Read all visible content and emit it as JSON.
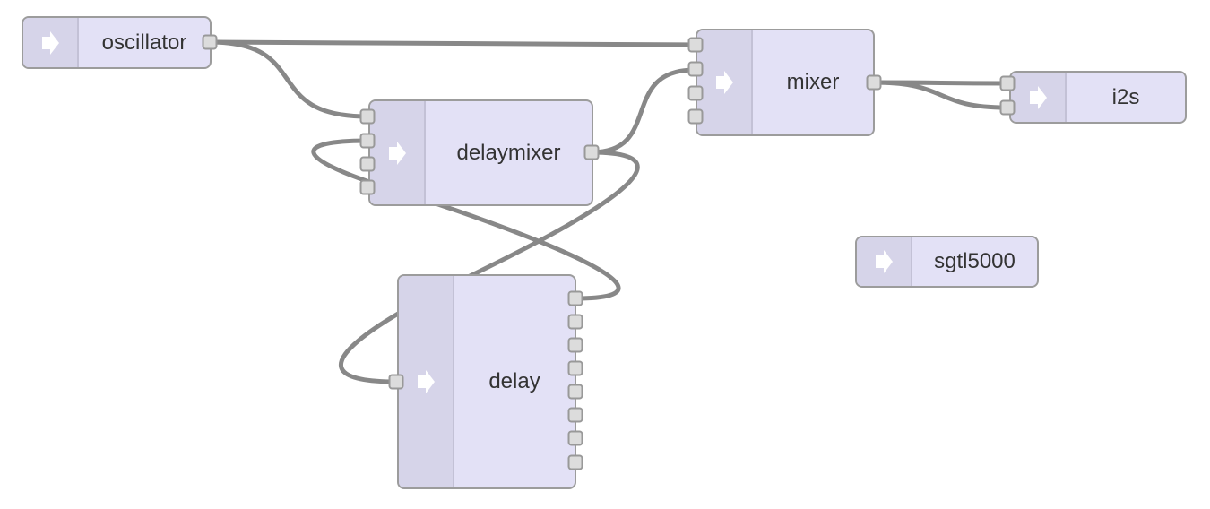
{
  "colors": {
    "node_fill": "#e3e1f6",
    "icon_fill": "#d6d4e9",
    "border": "#9c9c9c",
    "wire": "#888888",
    "port": "#dcdcdc"
  },
  "nodes": {
    "oscillator": {
      "label": "oscillator",
      "icon": "arrow-right-icon"
    },
    "mixer": {
      "label": "mixer",
      "icon": "arrow-right-icon"
    },
    "delaymixer": {
      "label": "delaymixer",
      "icon": "arrow-right-icon"
    },
    "delay": {
      "label": "delay",
      "icon": "arrow-right-icon"
    },
    "i2s": {
      "label": "i2s",
      "icon": "arrow-right-icon"
    },
    "sgtl5000": {
      "label": "sgtl5000",
      "icon": "arrow-right-icon"
    }
  },
  "connections": [
    {
      "from": "oscillator:0",
      "to": "mixer:0"
    },
    {
      "from": "oscillator:0",
      "to": "delaymixer:0"
    },
    {
      "from": "delaymixer:0",
      "to": "mixer:1"
    },
    {
      "from": "delaymixer:0",
      "to": "delay:0"
    },
    {
      "from": "delay:0",
      "to": "delaymixer:1"
    },
    {
      "from": "mixer:0",
      "to": "i2s:0"
    },
    {
      "from": "mixer:0",
      "to": "i2s:1"
    }
  ]
}
